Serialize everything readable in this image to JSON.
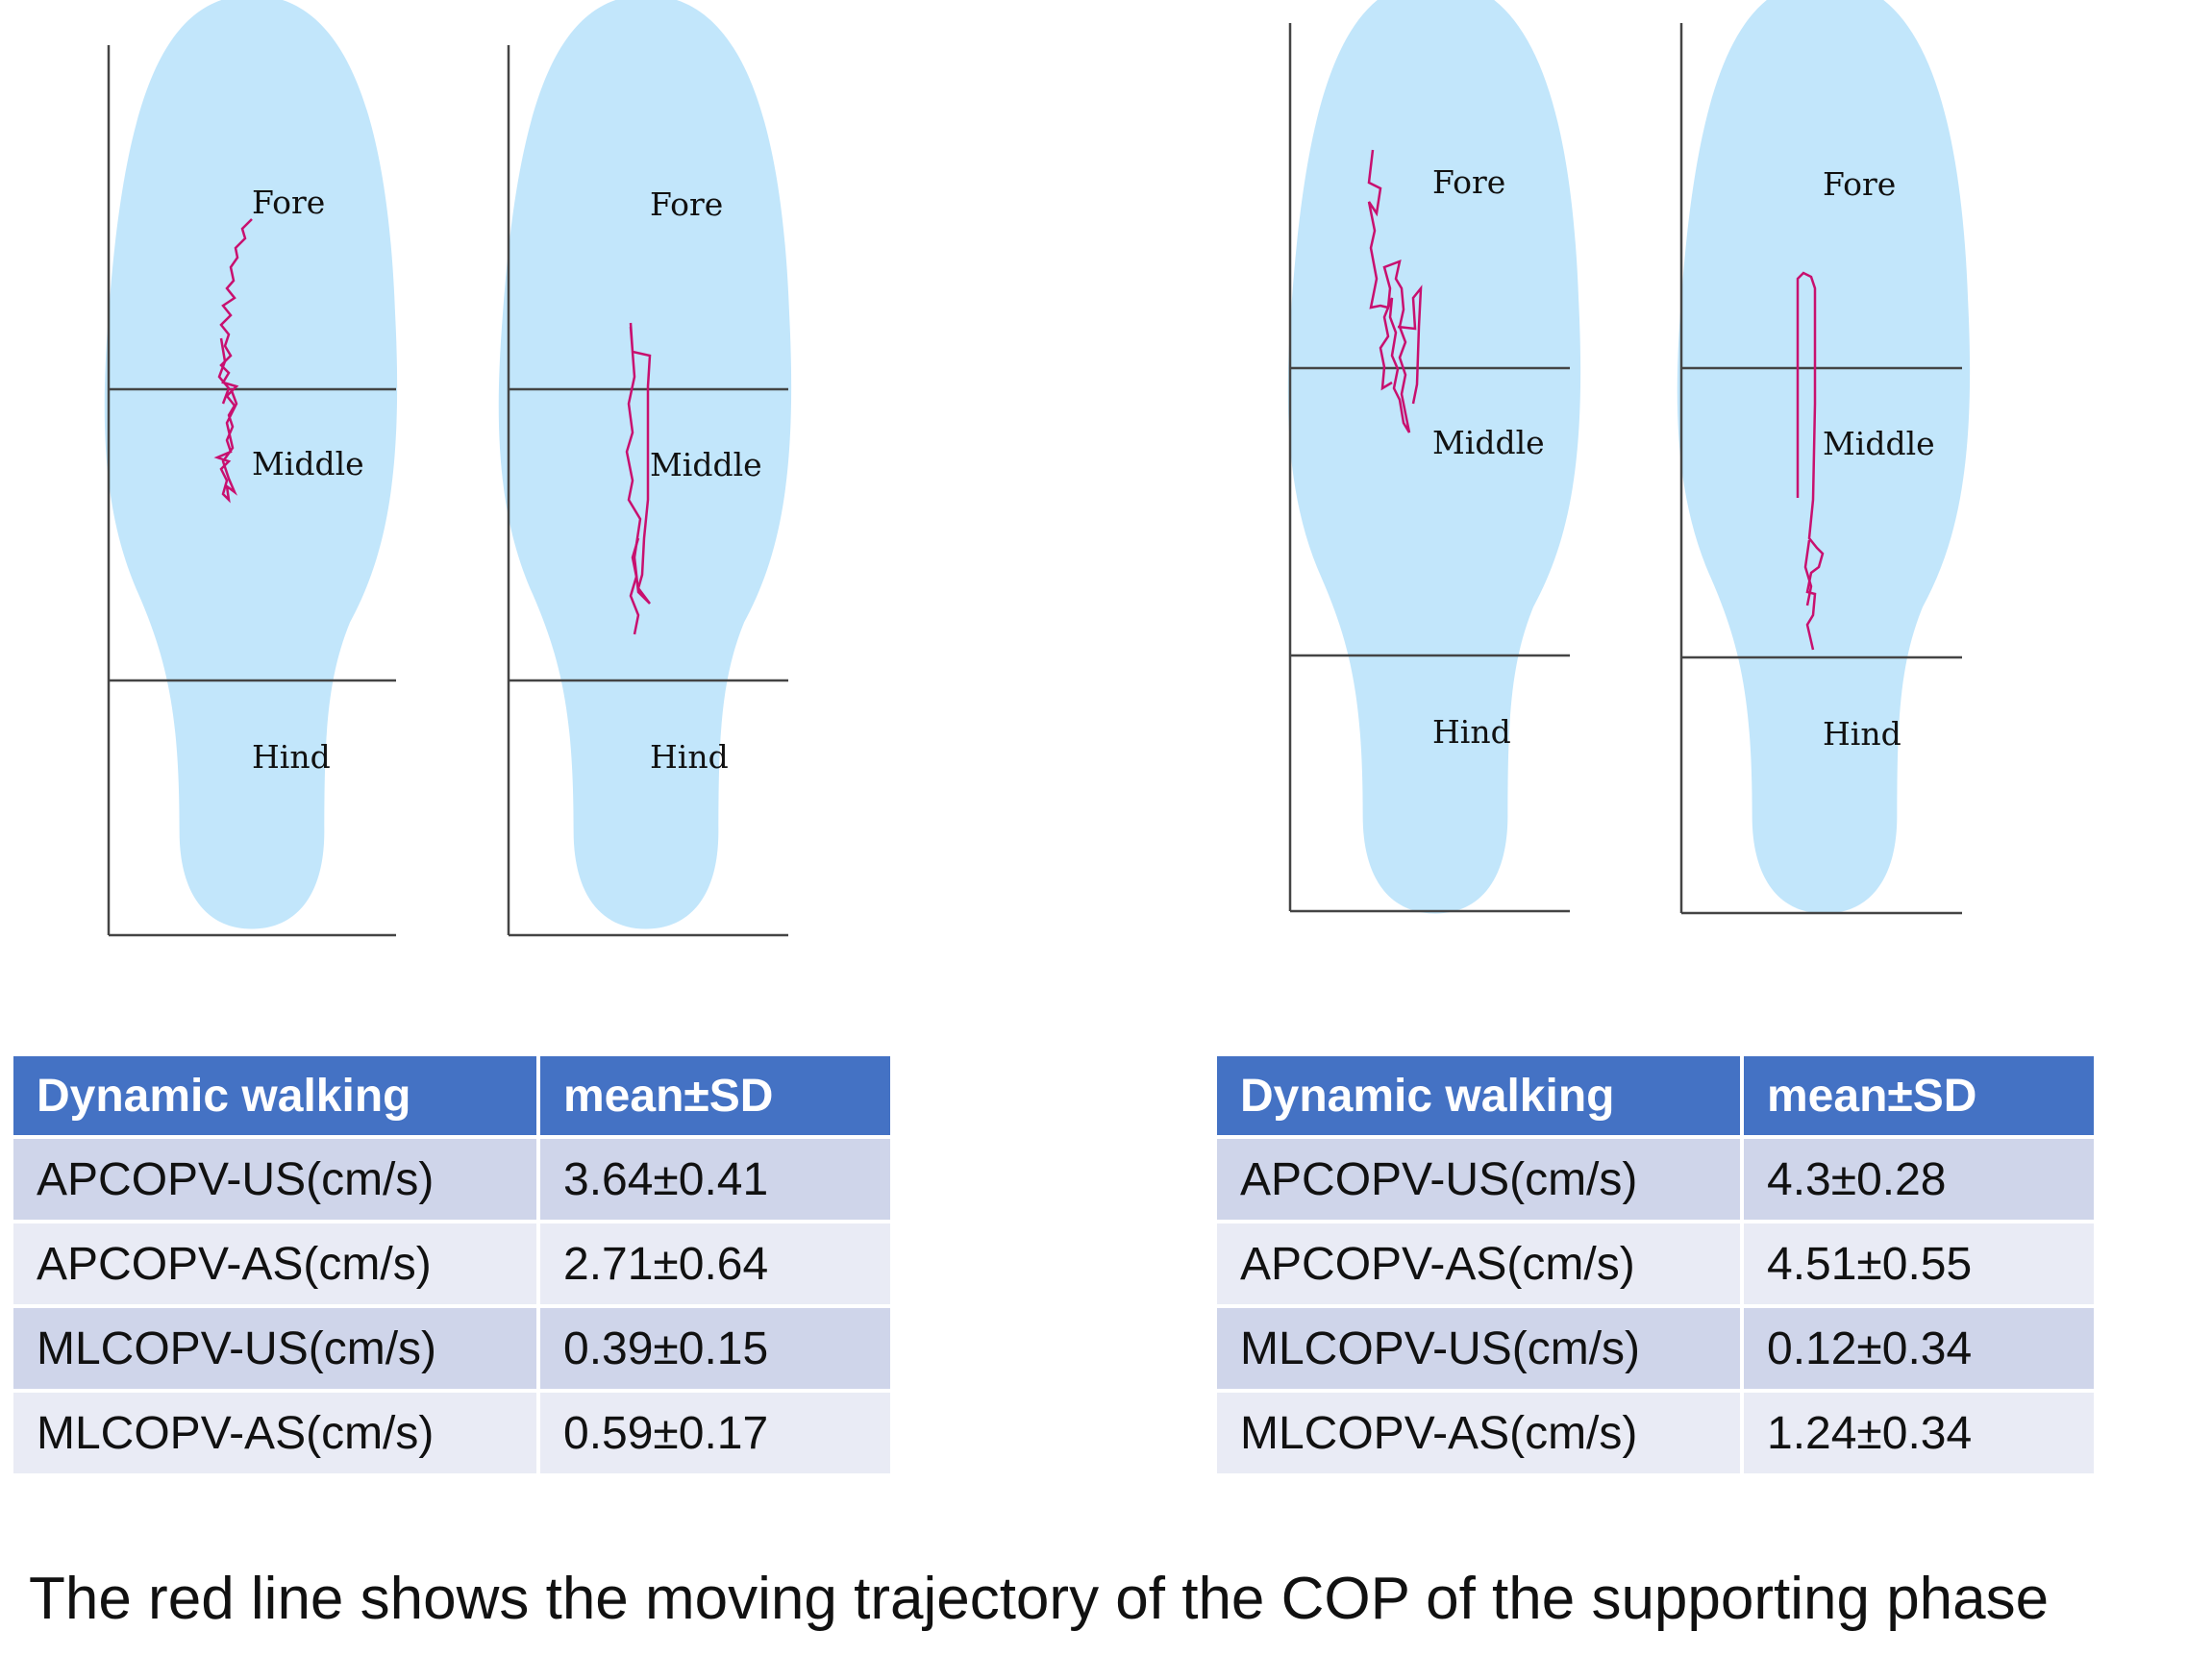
{
  "figure": {
    "zone_labels": {
      "fore": "Fore",
      "middle": "Middle",
      "hind": "Hind"
    },
    "colors": {
      "insole": "#c2e6fb",
      "trajectory": "#c8106f",
      "axis": "#444444"
    }
  },
  "tables": [
    {
      "header": {
        "col1": "Dynamic walking",
        "col2": "mean±SD"
      },
      "rows": [
        {
          "label": "APCOPV-US(cm/s)",
          "value": "3.64±0.41"
        },
        {
          "label": "APCOPV-AS(cm/s)",
          "value": "2.71±0.64"
        },
        {
          "label": "MLCOPV-US(cm/s)",
          "value": "0.39±0.15"
        },
        {
          "label": "MLCOPV-AS(cm/s)",
          "value": "0.59±0.17"
        }
      ]
    },
    {
      "header": {
        "col1": "Dynamic walking",
        "col2": "mean±SD"
      },
      "rows": [
        {
          "label": "APCOPV-US(cm/s)",
          "value": "4.3±0.28"
        },
        {
          "label": "APCOPV-AS(cm/s)",
          "value": "4.51±0.55"
        },
        {
          "label": "MLCOPV-US(cm/s)",
          "value": "0.12±0.34"
        },
        {
          "label": "MLCOPV-AS(cm/s)",
          "value": "1.24±0.34"
        }
      ]
    }
  ],
  "caption": "The red line shows the moving trajectory of the COP of the supporting phase"
}
